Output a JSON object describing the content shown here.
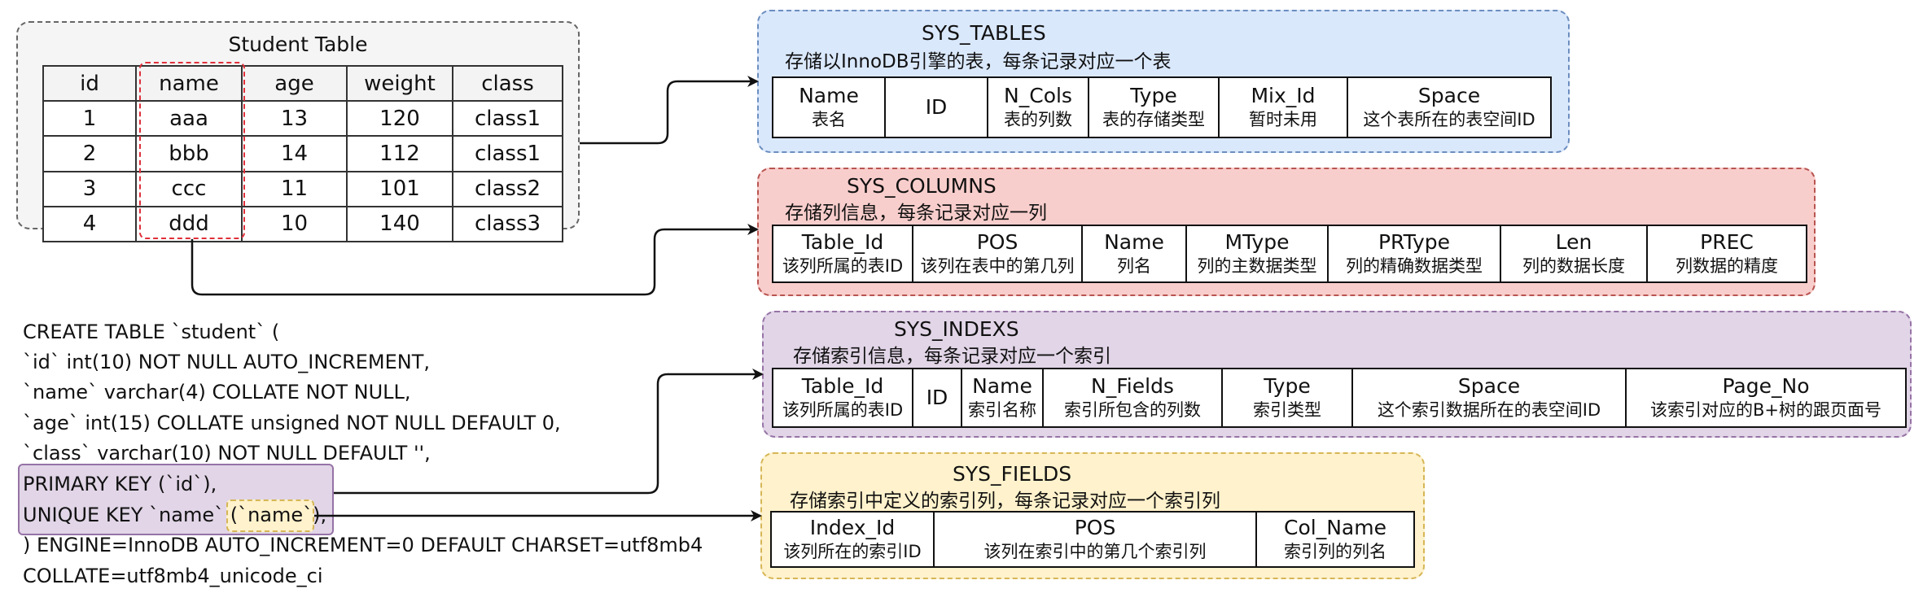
{
  "student": {
    "title": "Student Table",
    "columns": [
      "id",
      "name",
      "age",
      "weight",
      "class"
    ],
    "rows": [
      [
        "1",
        "aaa",
        "13",
        "120",
        "class1"
      ],
      [
        "2",
        "bbb",
        "14",
        "112",
        "class1"
      ],
      [
        "3",
        "ccc",
        "11",
        "101",
        "class2"
      ],
      [
        "4",
        "ddd",
        "10",
        "140",
        "class3"
      ]
    ]
  },
  "sql": {
    "lines": [
      "CREATE TABLE `student` (",
      "`id` int(10) NOT NULL AUTO_INCREMENT,",
      "`name` varchar(4) COLLATE NOT NULL,",
      "`age` int(15) COLLATE unsigned NOT NULL DEFAULT 0,",
      "`class` varchar(10) NOT NULL DEFAULT '',",
      "PRIMARY KEY (`id`),",
      "UNIQUE KEY `name` ",
      ") ENGINE=InnoDB AUTO_INCREMENT=0 DEFAULT CHARSET=utf8mb4",
      "COLLATE=utf8mb4_unicode_ci"
    ],
    "unique_key_col": "(`name`),"
  },
  "sys_tables": {
    "title": "SYS_TABLES",
    "desc": "存储以InnoDB引擎的表，每条记录对应一个表",
    "cells": [
      {
        "name": "Name",
        "desc": "表名"
      },
      {
        "name": "ID",
        "desc": ""
      },
      {
        "name": "N_Cols",
        "desc": "表的列数"
      },
      {
        "name": "Type",
        "desc": "表的存储类型"
      },
      {
        "name": "Mix_Id",
        "desc": "暂时未用"
      },
      {
        "name": "Space",
        "desc": "这个表所在的表空间ID"
      }
    ]
  },
  "sys_columns": {
    "title": "SYS_COLUMNS",
    "desc": "存储列信息，每条记录对应一列",
    "cells": [
      {
        "name": "Table_Id",
        "desc": "该列所属的表ID"
      },
      {
        "name": "POS",
        "desc": "该列在表中的第几列"
      },
      {
        "name": "Name",
        "desc": "列名"
      },
      {
        "name": "MType",
        "desc": "列的主数据类型"
      },
      {
        "name": "PRType",
        "desc": "列的精确数据类型"
      },
      {
        "name": "Len",
        "desc": "列的数据长度"
      },
      {
        "name": "PREC",
        "desc": "列数据的精度"
      }
    ]
  },
  "sys_indexs": {
    "title": "SYS_INDEXS",
    "desc": "存储索引信息，每条记录对应一个索引",
    "cells": [
      {
        "name": "Table_Id",
        "desc": "该列所属的表ID"
      },
      {
        "name": "ID",
        "desc": ""
      },
      {
        "name": "Name",
        "desc": "索引名称"
      },
      {
        "name": "N_Fields",
        "desc": "索引所包含的列数"
      },
      {
        "name": "Type",
        "desc": "索引类型"
      },
      {
        "name": "Space",
        "desc": "这个索引数据所在的表空间ID"
      },
      {
        "name": "Page_No",
        "desc": "该索引对应的B+树的跟页面号"
      }
    ]
  },
  "sys_fields": {
    "title": "SYS_FIELDS",
    "desc": "存储索引中定义的索引列，每条记录对应一个索引列",
    "cells": [
      {
        "name": "Index_Id",
        "desc": "该列所在的索引ID"
      },
      {
        "name": "POS",
        "desc": "该列在索引中的第几个索引列"
      },
      {
        "name": "Col_Name",
        "desc": "索引列的列名"
      }
    ]
  },
  "colors": {
    "sys_tables_bg": "#dae8fc",
    "sys_tables_border": "#6c8ebf",
    "sys_columns_bg": "#f8cecc",
    "sys_columns_border": "#b85450",
    "sys_indexs_bg": "#e1d5e7",
    "sys_indexs_border": "#9673a6",
    "sys_fields_bg": "#fff2cc",
    "sys_fields_border": "#d6b656",
    "student_bg": "#f5f5f5",
    "student_border": "#666666",
    "highlight_red": "#e0303a"
  }
}
